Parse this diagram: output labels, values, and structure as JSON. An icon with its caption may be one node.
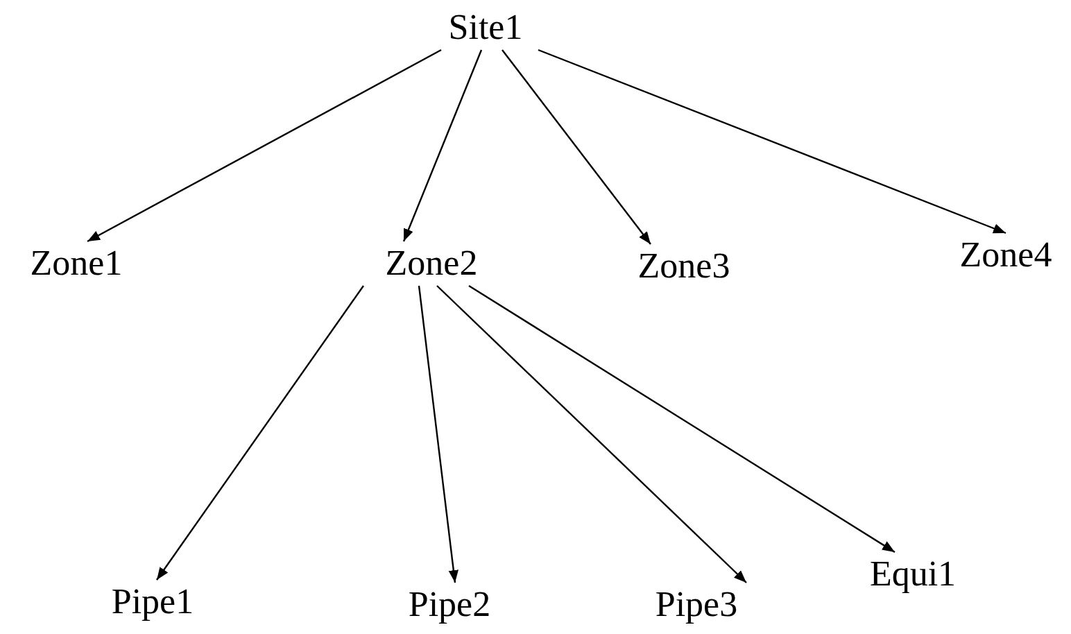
{
  "diagram": {
    "nodes": [
      {
        "text": [
          "Site1"
        ]
      },
      {
        "text": [
          "Zone1"
        ]
      },
      {
        "text": [
          "Zone2"
        ]
      },
      {
        "text": [
          "Zone3"
        ]
      },
      {
        "text": [
          "Zone4"
        ]
      },
      {
        "text": [
          "Pipe1"
        ]
      },
      {
        "text": [
          "Pipe2"
        ]
      },
      {
        "text": [
          "Pipe3"
        ]
      },
      {
        "text": [
          "Equi1"
        ]
      }
    ],
    "edges": [
      {
        "from": 0,
        "to": 1,
        "arrow": "to"
      },
      {
        "from": 0,
        "to": 2,
        "arrow": "to"
      },
      {
        "from": 0,
        "to": 3,
        "arrow": "to"
      },
      {
        "from": 0,
        "to": 4,
        "arrow": "to"
      },
      {
        "from": 2,
        "to": 5,
        "arrow": "to"
      },
      {
        "from": 2,
        "to": 6,
        "arrow": "to"
      },
      {
        "from": 2,
        "to": 7,
        "arrow": "to"
      },
      {
        "from": 2,
        "to": 8,
        "arrow": "to"
      }
    ]
  }
}
